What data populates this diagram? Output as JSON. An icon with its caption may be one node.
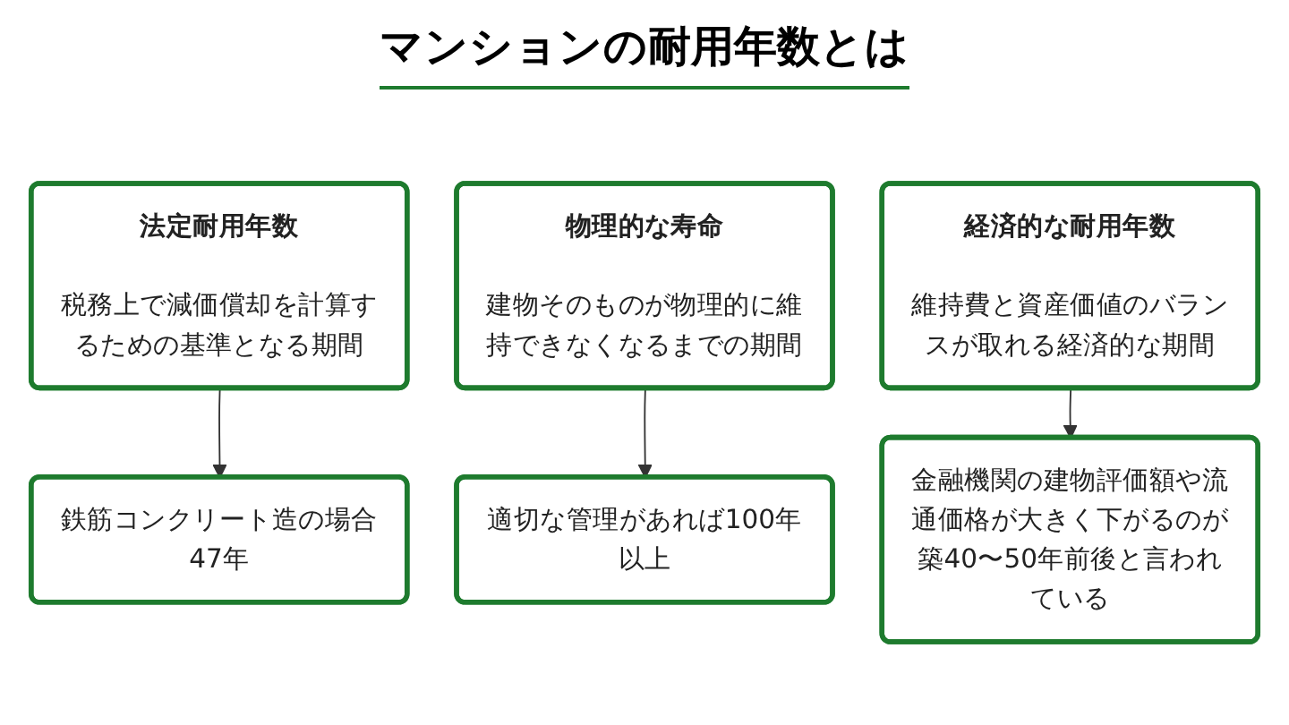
{
  "diagram": {
    "title": "マンションの耐用年数とは",
    "nodes": [
      {
        "text": [
          "法定耐用年数",
          "税務上で減価償却を計算するための基準となる期間"
        ]
      },
      {
        "text": [
          "物理的な寿命",
          "建物そのものが物理的に維持できなくなるまでの期間"
        ]
      },
      {
        "text": [
          "経済的な耐用年数",
          "維持費と資産価値のバランスが取れる経済的な期間"
        ]
      },
      {
        "text": [
          "鉄筋コンクリート造の場合47年"
        ]
      },
      {
        "text": [
          "適切な管理があれば100年以上"
        ]
      },
      {
        "text": [
          "金融機関の建物評価額や流通価格が大きく下がるのが築40〜50年前後と言われている"
        ]
      }
    ],
    "edges": [
      {
        "from": 0,
        "to": 3,
        "arrow": "to"
      },
      {
        "from": 1,
        "to": 4,
        "arrow": "to"
      },
      {
        "from": 2,
        "to": 5,
        "arrow": "to"
      }
    ]
  }
}
